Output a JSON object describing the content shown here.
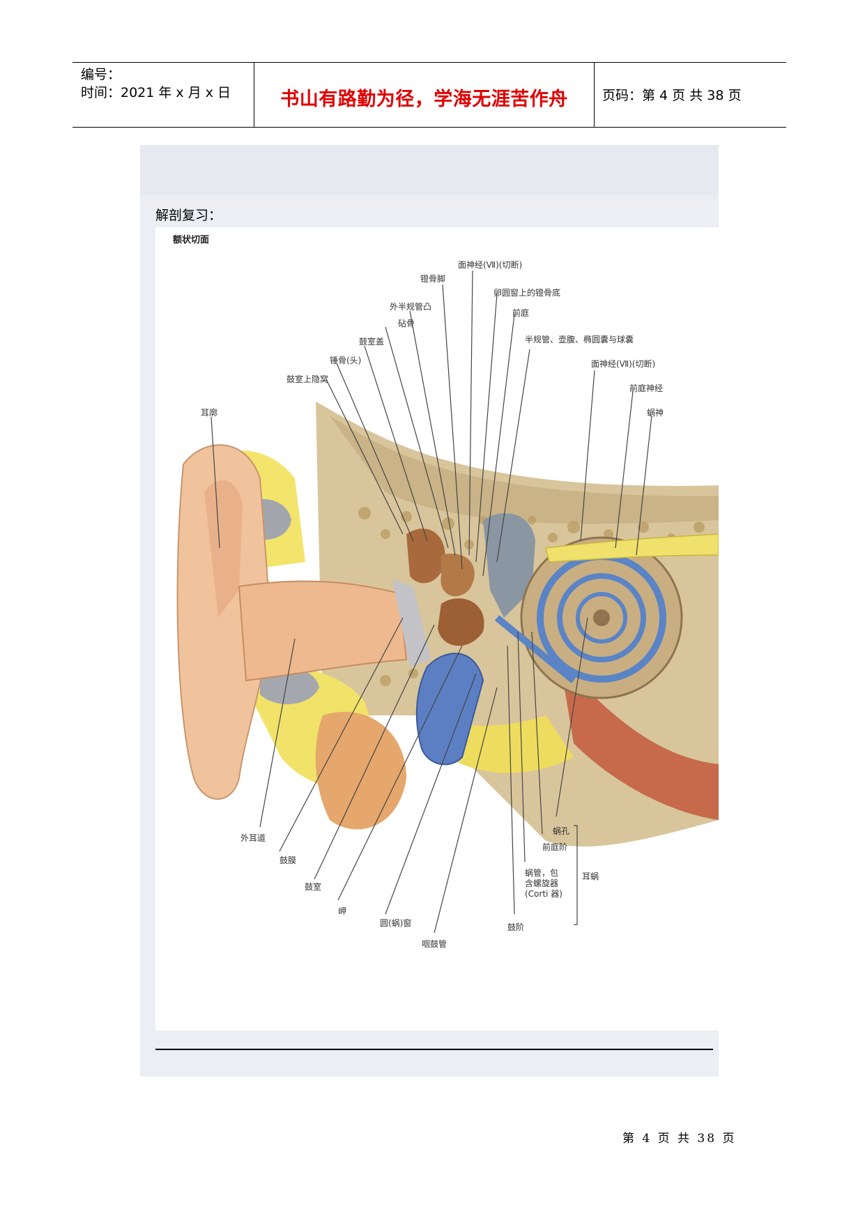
{
  "header": {
    "number_label": "编号：",
    "time_label": "时间：2021 年 x 月 x 日",
    "motto": "书山有路勤为径，学海无涯苦作舟",
    "page_label": "页码：第 4 页  共 38 页"
  },
  "section": {
    "title": "解剖复习："
  },
  "figure": {
    "title": "额状切面",
    "labels": {
      "facial_nerve_top": "面神经(Ⅶ)(切断)",
      "stapes_crura": "镫骨脚",
      "stapes_base": "卵圆窗上的镫骨底",
      "lateral_canal": "外半规管凸",
      "vestibule": "前庭",
      "incus": "砧骨",
      "semicircular": "半规管、壶腹、椭圆囊与球囊",
      "tegmen": "鼓室盖",
      "malleus": "锤骨(头)",
      "facial_nerve_right": "面神经(Ⅶ)(切断)",
      "epitympanic": "鼓室上隐窝",
      "vestibular_nerve": "前庭神经",
      "cochlear_nerve": "蜗神",
      "auricle": "耳廓",
      "ext_canal": "外耳道",
      "tympanic_membrane": "鼓膜",
      "tympanic_cavity": "鼓室",
      "promontory": "岬",
      "round_window": "圆(蜗)窗",
      "pharyngotympanic": "咽鼓管",
      "helicotrema": "蜗孔",
      "scala_vestibuli": "前庭阶",
      "cochlear_duct_1": "蜗管，包",
      "cochlear_duct_2": "含螺旋器",
      "cochlear_duct_3": "(Corti 器)",
      "scala_tympani": "鼓阶",
      "cochlea": "耳蜗"
    }
  },
  "footer": {
    "page_text": "第 4 页 共 38 页"
  }
}
